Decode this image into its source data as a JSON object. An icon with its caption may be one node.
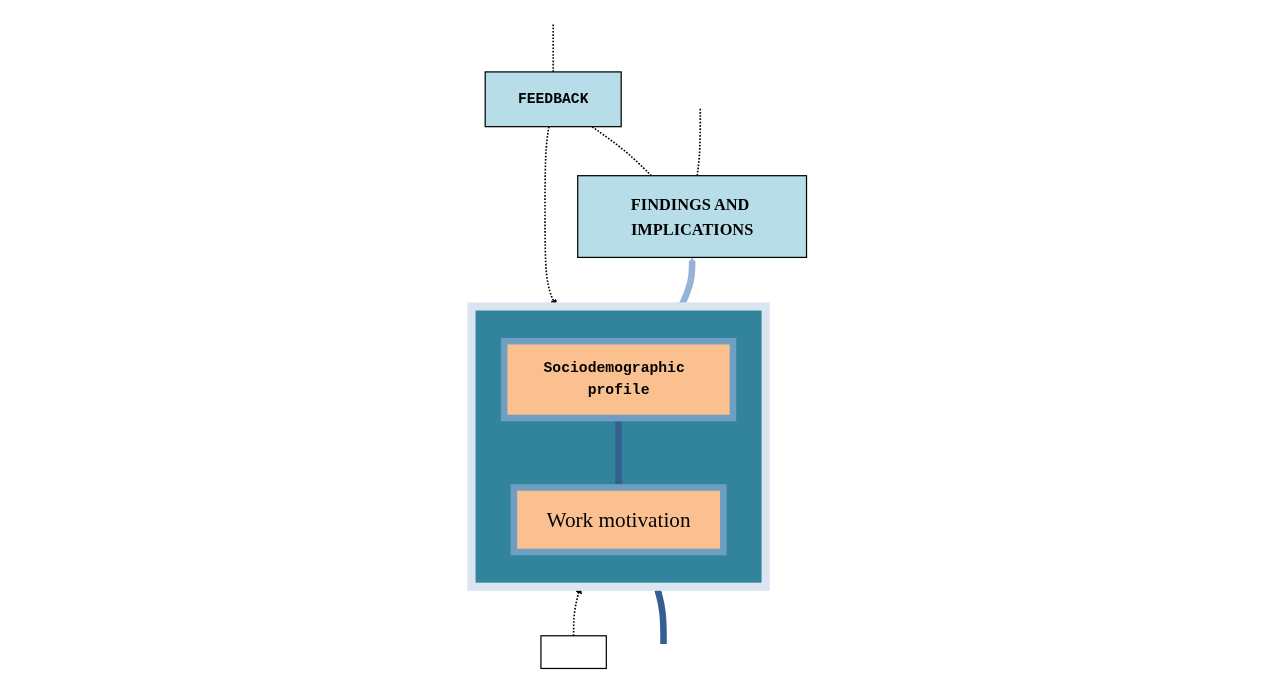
{
  "diagram": {
    "nodes": [
      {
        "text": [
          "FINDINGS AND IMPLICATIONS"
        ]
      },
      {
        "text": [],
        "shape": "box"
      },
      {
        "text": [
          "Sociodemographic profile"
        ],
        "in": 1
      },
      {
        "text": [
          "Work motivation"
        ],
        "in": 1
      },
      {
        "text": [
          "FEEDBACK"
        ]
      },
      {
        "text": [],
        "shape": "box"
      }
    ],
    "edges": [
      {
        "from": 2,
        "to": 3,
        "arrow": "both",
        "style": "thick",
        "color": "#365f91"
      },
      {
        "from": 1,
        "to": 0,
        "arrow": "to",
        "style": "thick",
        "color": "#95b3d7"
      },
      {
        "from": null,
        "to": 1,
        "arrow": "to",
        "style": "thick",
        "color": "#365f91"
      },
      {
        "from": 0,
        "to": 4,
        "arrow": "none",
        "style": "dashed"
      },
      {
        "from": 0,
        "to": null,
        "arrow": "none",
        "style": "dashed"
      },
      {
        "from": 4,
        "to": 1,
        "arrow": "to",
        "style": "dashed"
      },
      {
        "from": 5,
        "to": 1,
        "arrow": "to",
        "style": "dashed"
      },
      {
        "from": 4,
        "to": null,
        "arrow": "none",
        "style": "dashed"
      }
    ]
  }
}
